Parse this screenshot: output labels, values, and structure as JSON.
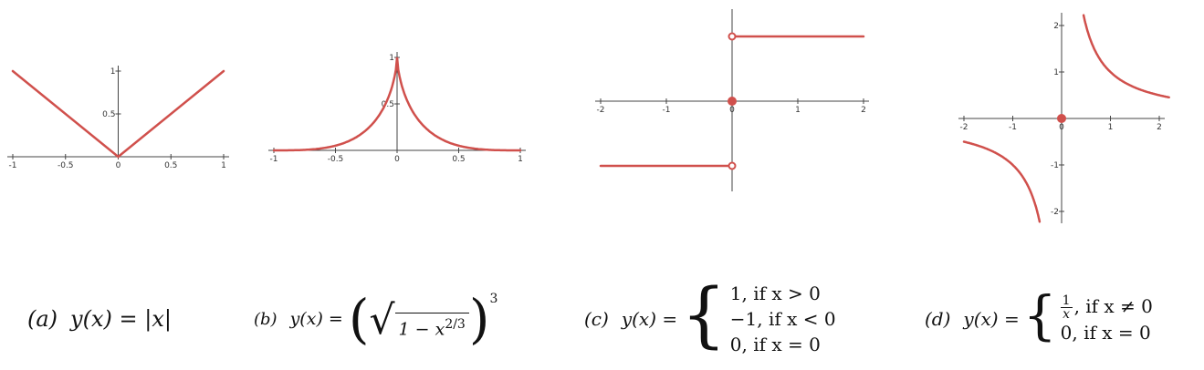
{
  "colors": {
    "curve": "#d0504c",
    "axis": "#444444"
  },
  "chart_data": [
    {
      "id": "a",
      "type": "line",
      "xlim": [
        -1,
        1
      ],
      "ylim": [
        0,
        1
      ],
      "xticks": [
        "-1",
        "-0.5",
        "0",
        "0.5",
        "1"
      ],
      "yticks": [
        "0.5",
        "1"
      ],
      "series": [
        {
          "x": [
            -1,
            0,
            1
          ],
          "y": [
            1,
            0,
            1
          ]
        }
      ],
      "caption": {
        "label": "(a)",
        "formula": "y(x) = |x|"
      }
    },
    {
      "id": "b",
      "type": "line",
      "xlim": [
        -1,
        1
      ],
      "ylim": [
        0,
        1
      ],
      "xticks": [
        "-1",
        "-0.5",
        "0",
        "0.5",
        "1"
      ],
      "yticks": [
        "0.5",
        "1"
      ],
      "series": [
        {
          "function": "(1 - |x|^(2/3))^3",
          "domain": [
            -1,
            1
          ]
        }
      ],
      "caption": {
        "label": "(b)",
        "lhs": "y(x) =",
        "radicand": "1 − x",
        "inner_exp": "2/3",
        "outer_exp": "3"
      }
    },
    {
      "id": "c",
      "type": "line",
      "xlim": [
        -2,
        2
      ],
      "ylim": [
        -1,
        1
      ],
      "xticks": [
        "-2",
        "-1",
        "0",
        "1",
        "2"
      ],
      "series": [
        {
          "x": [
            -2,
            0
          ],
          "y": [
            -1,
            -1
          ]
        },
        {
          "x": [
            0,
            2
          ],
          "y": [
            1,
            1
          ]
        }
      ],
      "points": [
        {
          "x": 0,
          "y": 1,
          "style": "open"
        },
        {
          "x": 0,
          "y": -1,
          "style": "open"
        },
        {
          "x": 0,
          "y": 0,
          "style": "filled"
        }
      ],
      "caption": {
        "label": "(c)",
        "lhs": "y(x) =",
        "cases": [
          "1,  if x > 0",
          "−1,  if x < 0",
          "0,  if x = 0"
        ]
      }
    },
    {
      "id": "d",
      "type": "line",
      "xlim": [
        -2,
        2
      ],
      "ylim": [
        -2,
        2
      ],
      "xticks": [
        "-2",
        "-1",
        "0",
        "1",
        "2"
      ],
      "yticks": [
        "-2",
        "-1",
        "1",
        "2"
      ],
      "series": [
        {
          "function": "1/x",
          "domain": [
            -2,
            2
          ]
        }
      ],
      "points": [
        {
          "x": 0,
          "y": 0,
          "style": "filled"
        }
      ],
      "caption": {
        "label": "(d)",
        "lhs": "y(x) =",
        "case1_num": "1",
        "case1_den": "x",
        "case1_rest": ",  if x ≠ 0",
        "case2": "0,  if x = 0"
      }
    }
  ]
}
